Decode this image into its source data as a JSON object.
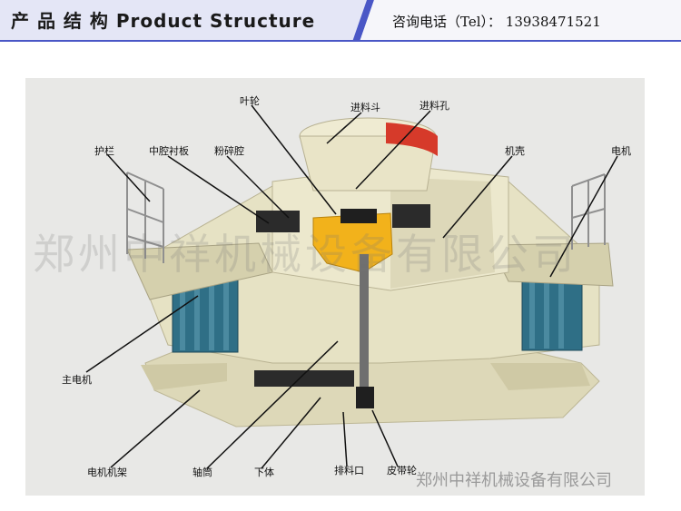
{
  "header": {
    "title": "产 品 结 构 Product Structure",
    "tel": "咨询电话（Tel）： 13938471521",
    "colors": {
      "bar_blue": "#4a57c6",
      "bar_light": "#d9dcf4",
      "bar_grey": "#c9cbd6"
    }
  },
  "diagram": {
    "labels": {
      "yelun": "叶轮",
      "jinliaodou": "进料斗",
      "jinliaokong": "进料孔",
      "hulan": "护栏",
      "zhongqiang": "中腔衬板",
      "fensui": "粉碎腔",
      "jike": "机壳",
      "dianji": "电机",
      "zhudianji": "主电机",
      "dianjijijia": "电机机架",
      "zhoutong": "轴筒",
      "xiati": "下体",
      "pailiaokou": "排料口",
      "pidailun": "皮带轮"
    },
    "colors": {
      "body": "#e6e2c4",
      "motor": "#2f6f86",
      "impeller": "#f2b21b",
      "ring": "#d63a2a",
      "liner": "#2b2b2b"
    }
  },
  "watermark": {
    "text": "郑州中祥机械设备有限公司"
  },
  "footer": {
    "text": "郑州中祥机械设备有限公司"
  }
}
